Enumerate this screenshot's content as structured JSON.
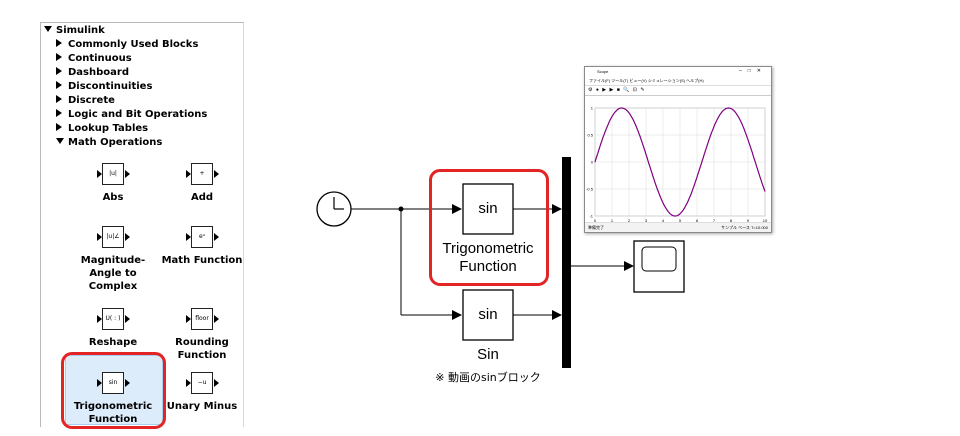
{
  "library": {
    "root": "Simulink",
    "items": [
      {
        "label": "Commonly Used Blocks",
        "expanded": false
      },
      {
        "label": "Continuous",
        "expanded": false
      },
      {
        "label": "Dashboard",
        "expanded": false
      },
      {
        "label": "Discontinuities",
        "expanded": false
      },
      {
        "label": "Discrete",
        "expanded": false
      },
      {
        "label": "Logic and Bit Operations",
        "expanded": false
      },
      {
        "label": "Lookup Tables",
        "expanded": false
      },
      {
        "label": "Math Operations",
        "expanded": true
      }
    ],
    "blocks": [
      {
        "label": "Abs",
        "icon": "|u|"
      },
      {
        "label": "Add",
        "icon": "+"
      },
      {
        "label": "Magnitude-Angle to Complex",
        "icon": "|u|∠"
      },
      {
        "label": "Math Function",
        "icon": "eᵘ"
      },
      {
        "label": "Reshape",
        "icon": "U( : )"
      },
      {
        "label": "Rounding Function",
        "icon": "floor"
      },
      {
        "label": "Trigonometric Function",
        "icon": "sin"
      },
      {
        "label": "Unary Minus",
        "icon": "−u"
      }
    ]
  },
  "diagram": {
    "trig_block_text": "sin",
    "trig_block_label": "Trigonometric Function",
    "sin_block_text": "sin",
    "sin_block_label": "Sin",
    "annotation": "※ 動画のsinブロック"
  },
  "scope": {
    "title": "Scope",
    "menu": "ファイル(F)   ツール(T)   ビュー(V)   シミュレーション(S)   ヘルプ(H)",
    "status_left": "準備完了",
    "status_right": "サンプル ベース  T=10.000",
    "y_ticks": [
      "1",
      "0.5",
      "0",
      "-0.5",
      "-1"
    ],
    "x_ticks": [
      "0",
      "1",
      "2",
      "3",
      "4",
      "5",
      "6",
      "7",
      "8",
      "9",
      "10"
    ]
  },
  "chart_data": {
    "type": "line",
    "x": [
      0,
      0.5,
      1,
      1.5,
      2,
      2.5,
      3,
      3.5,
      4,
      4.5,
      5,
      5.5,
      6,
      6.5,
      7,
      7.5,
      8,
      8.5,
      9,
      9.5,
      10
    ],
    "series": [
      {
        "values": [
          0,
          0.479,
          0.841,
          0.997,
          0.909,
          0.598,
          0.141,
          -0.351,
          -0.757,
          -0.978,
          -0.959,
          -0.706,
          -0.279,
          0.215,
          0.657,
          0.938,
          0.989,
          0.798,
          0.412,
          -0.075,
          -0.544
        ],
        "color": "#800080"
      }
    ],
    "xlim": [
      0,
      10
    ],
    "ylim": [
      -1,
      1
    ],
    "grid": true
  },
  "colors": {
    "highlight": "#e32424",
    "selection": "#dcecfb",
    "signal": "#800080"
  }
}
